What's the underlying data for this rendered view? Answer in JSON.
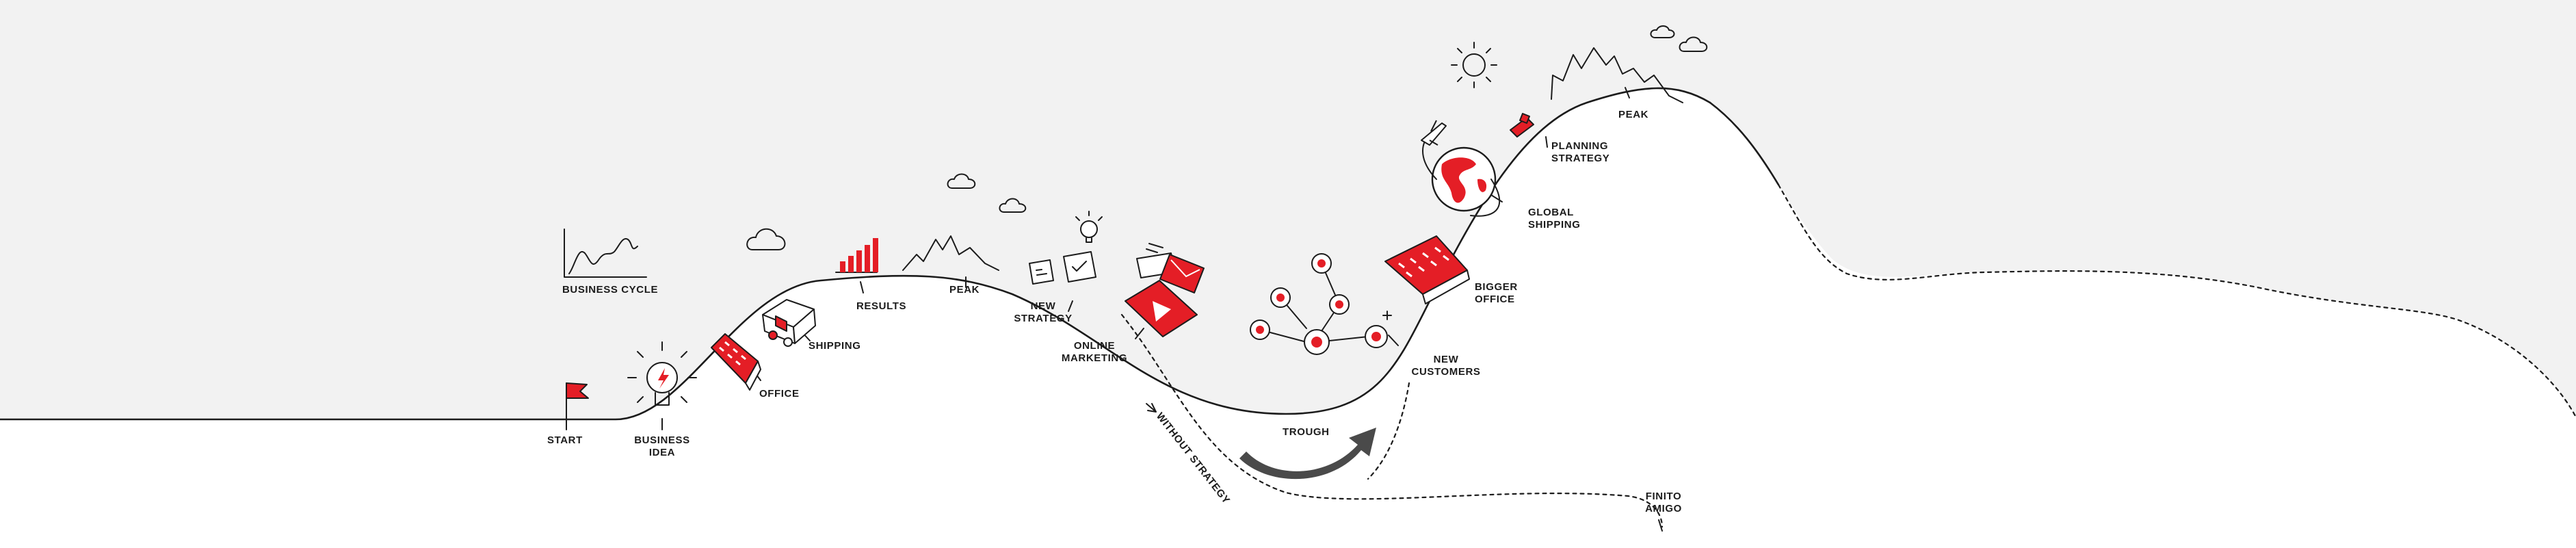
{
  "colors": {
    "background_top": "#f2f2f2",
    "ground": "#ffffff",
    "line": "#1c1c1c",
    "accent": "#e41e26",
    "arrow": "#4a4a4a"
  },
  "icons": [
    "flag-icon",
    "lightbulb-icon",
    "office-building-icon",
    "delivery-truck-icon",
    "bar-chart-icon",
    "mountain-icon",
    "cloud-icon",
    "document-icon",
    "video-play-icon",
    "envelope-icon",
    "customer-network-icon",
    "globe-icon",
    "airplane-icon",
    "sun-icon",
    "trend-line-icon"
  ],
  "labels": {
    "business_cycle": "BUSINESS CYCLE",
    "start": "START",
    "business_idea": [
      "BUSINESS",
      "IDEA"
    ],
    "office": "OFFICE",
    "shipping": "SHIPPING",
    "results": "RESULTS",
    "peak_1": "PEAK",
    "new_strategy": [
      "NEW",
      "STRATEGY"
    ],
    "online_marketing": [
      "ONLINE",
      "MARKETING"
    ],
    "without_strategy": "WITHOUT STRATEGY",
    "trough": "TROUGH",
    "new_customers": [
      "NEW",
      "CUSTOMERS"
    ],
    "bigger_office": [
      "BIGGER",
      "OFFICE"
    ],
    "global_shipping": [
      "GLOBAL",
      "SHIPPING"
    ],
    "planning_strategy": [
      "PLANNING",
      "STRATEGY"
    ],
    "peak_2": "PEAK",
    "finito_amigo": [
      "FINITO",
      "AMIGO"
    ]
  }
}
